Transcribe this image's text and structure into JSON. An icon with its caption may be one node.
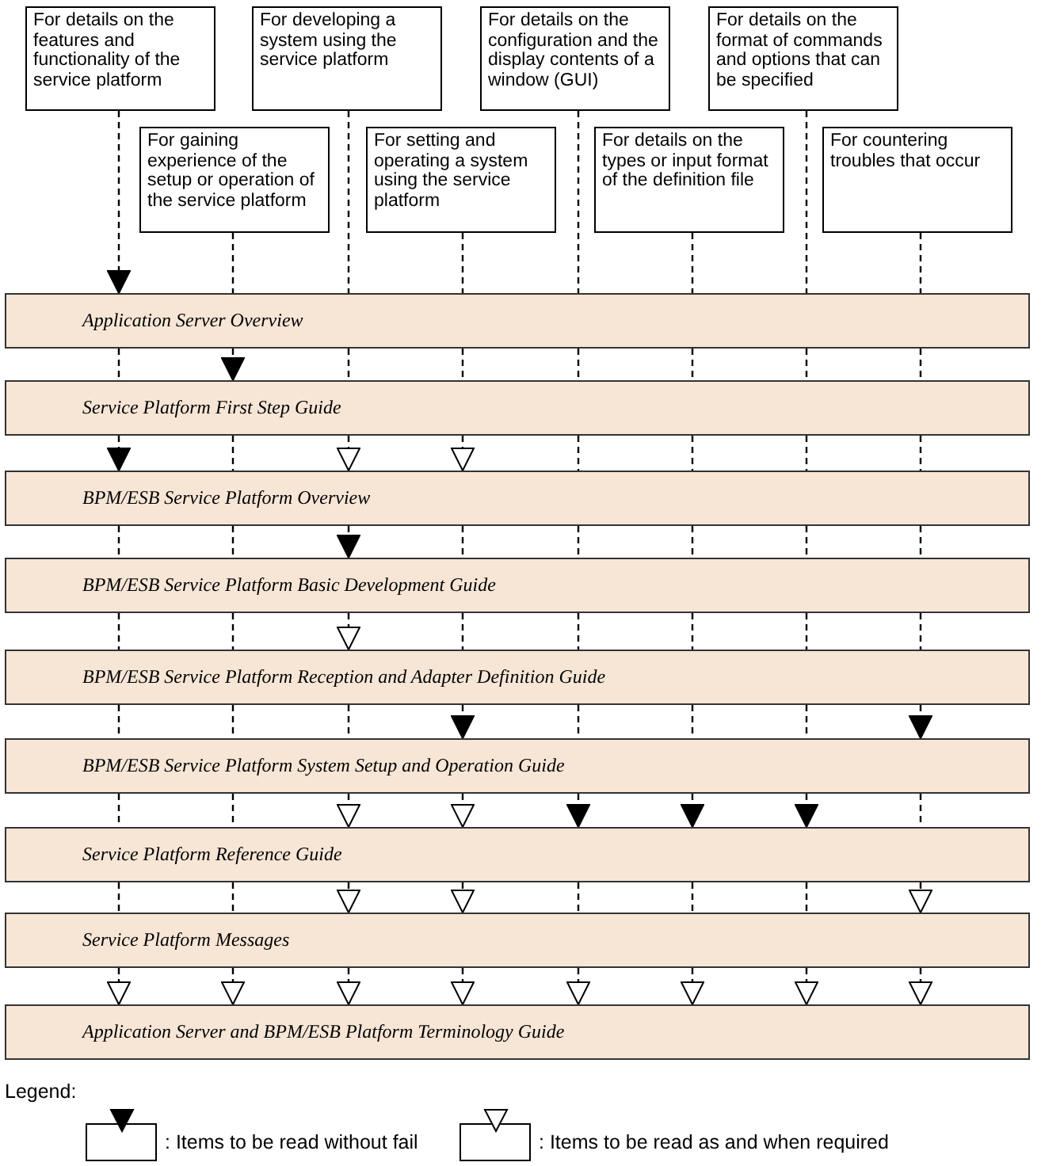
{
  "diagram": {
    "nodes": [
      {
        "text": [
          "For details on the features and functionality of the service platform"
        ]
      },
      {
        "text": [
          "For gaining experience of the setup or operation of the service platform"
        ]
      },
      {
        "text": [
          "For developing a system using the service platform"
        ]
      },
      {
        "text": [
          "For setting and operating a system using the service platform"
        ]
      },
      {
        "text": [
          "For details on the configuration and the  display contents of a window (GUI)"
        ]
      },
      {
        "text": [
          "For details on the types or input format of the definition file"
        ]
      },
      {
        "text": [
          "For details on the format of commands and options that can be specified"
        ]
      },
      {
        "text": [
          "For countering troubles that occur"
        ]
      },
      {
        "text": [
          "Application Server Overview"
        ]
      },
      {
        "text": [
          "Service Platform First Step Guide"
        ]
      },
      {
        "text": [
          "BPM/ESB Service Platform Overview"
        ]
      },
      {
        "text": [
          "BPM/ESB Service Platform Basic Development Guide"
        ]
      },
      {
        "text": [
          "BPM/ESB Service Platform  Reception and Adapter Definition Guide"
        ]
      },
      {
        "text": [
          "BPM/ESB Service Platform System Setup and Operation Guide"
        ]
      },
      {
        "text": [
          "Service Platform Reference Guide"
        ]
      },
      {
        "text": [
          "Service Platform Messages"
        ]
      },
      {
        "text": [
          "Application Server and BPM/ESB Platform Terminology Guide"
        ]
      }
    ],
    "edges": [
      {
        "from": 0,
        "to": 8,
        "arrow": "to",
        "style": "dashed"
      },
      {
        "from": 8,
        "to": 9,
        "arrow": "none",
        "style": "dashed"
      },
      {
        "from": 9,
        "to": 10,
        "arrow": "to",
        "style": "dashed"
      },
      {
        "from": 10,
        "to": 11,
        "arrow": "none",
        "style": "dashed"
      },
      {
        "from": 11,
        "to": 12,
        "arrow": "none",
        "style": "dashed"
      },
      {
        "from": 12,
        "to": 13,
        "arrow": "none",
        "style": "dashed"
      },
      {
        "from": 13,
        "to": 14,
        "arrow": "none",
        "style": "dashed"
      },
      {
        "from": 14,
        "to": 15,
        "arrow": "none",
        "style": "dashed"
      },
      {
        "from": 15,
        "to": 16,
        "arrow": "to",
        "style": "dashed"
      },
      {
        "from": 1,
        "to": 8,
        "arrow": "none",
        "style": "dashed"
      },
      {
        "from": 8,
        "to": 9,
        "arrow": "to",
        "style": "dashed"
      },
      {
        "from": 9,
        "to": 10,
        "arrow": "none",
        "style": "dashed"
      },
      {
        "from": 10,
        "to": 11,
        "arrow": "none",
        "style": "dashed"
      },
      {
        "from": 11,
        "to": 12,
        "arrow": "none",
        "style": "dashed"
      },
      {
        "from": 12,
        "to": 13,
        "arrow": "none",
        "style": "dashed"
      },
      {
        "from": 13,
        "to": 14,
        "arrow": "none",
        "style": "dashed"
      },
      {
        "from": 14,
        "to": 15,
        "arrow": "none",
        "style": "dashed"
      },
      {
        "from": 15,
        "to": 16,
        "arrow": "to",
        "style": "dashed"
      },
      {
        "from": 2,
        "to": 8,
        "arrow": "none",
        "style": "dashed"
      },
      {
        "from": 8,
        "to": 9,
        "arrow": "none",
        "style": "dashed"
      },
      {
        "from": 9,
        "to": 10,
        "arrow": "to",
        "style": "dashed"
      },
      {
        "from": 10,
        "to": 11,
        "arrow": "to",
        "style": "dashed"
      },
      {
        "from": 11,
        "to": 12,
        "arrow": "to",
        "style": "dashed"
      },
      {
        "from": 12,
        "to": 13,
        "arrow": "none",
        "style": "dashed"
      },
      {
        "from": 13,
        "to": 14,
        "arrow": "to",
        "style": "dashed"
      },
      {
        "from": 14,
        "to": 15,
        "arrow": "to",
        "style": "dashed"
      },
      {
        "from": 15,
        "to": 16,
        "arrow": "to",
        "style": "dashed"
      },
      {
        "from": 3,
        "to": 8,
        "arrow": "none",
        "style": "dashed"
      },
      {
        "from": 8,
        "to": 9,
        "arrow": "none",
        "style": "dashed"
      },
      {
        "from": 9,
        "to": 10,
        "arrow": "to",
        "style": "dashed"
      },
      {
        "from": 10,
        "to": 11,
        "arrow": "none",
        "style": "dashed"
      },
      {
        "from": 11,
        "to": 12,
        "arrow": "none",
        "style": "dashed"
      },
      {
        "from": 12,
        "to": 13,
        "arrow": "to",
        "style": "dashed"
      },
      {
        "from": 13,
        "to": 14,
        "arrow": "to",
        "style": "dashed"
      },
      {
        "from": 14,
        "to": 15,
        "arrow": "to",
        "style": "dashed"
      },
      {
        "from": 15,
        "to": 16,
        "arrow": "to",
        "style": "dashed"
      },
      {
        "from": 4,
        "to": 8,
        "arrow": "none",
        "style": "dashed"
      },
      {
        "from": 8,
        "to": 9,
        "arrow": "none",
        "style": "dashed"
      },
      {
        "from": 9,
        "to": 10,
        "arrow": "none",
        "style": "dashed"
      },
      {
        "from": 10,
        "to": 11,
        "arrow": "none",
        "style": "dashed"
      },
      {
        "from": 11,
        "to": 12,
        "arrow": "none",
        "style": "dashed"
      },
      {
        "from": 12,
        "to": 13,
        "arrow": "none",
        "style": "dashed"
      },
      {
        "from": 13,
        "to": 14,
        "arrow": "to",
        "style": "dashed"
      },
      {
        "from": 14,
        "to": 15,
        "arrow": "none",
        "style": "dashed"
      },
      {
        "from": 15,
        "to": 16,
        "arrow": "to",
        "style": "dashed"
      },
      {
        "from": 5,
        "to": 8,
        "arrow": "none",
        "style": "dashed"
      },
      {
        "from": 8,
        "to": 9,
        "arrow": "none",
        "style": "dashed"
      },
      {
        "from": 9,
        "to": 10,
        "arrow": "none",
        "style": "dashed"
      },
      {
        "from": 10,
        "to": 11,
        "arrow": "none",
        "style": "dashed"
      },
      {
        "from": 11,
        "to": 12,
        "arrow": "none",
        "style": "dashed"
      },
      {
        "from": 12,
        "to": 13,
        "arrow": "none",
        "style": "dashed"
      },
      {
        "from": 13,
        "to": 14,
        "arrow": "to",
        "style": "dashed"
      },
      {
        "from": 14,
        "to": 15,
        "arrow": "none",
        "style": "dashed"
      },
      {
        "from": 15,
        "to": 16,
        "arrow": "to",
        "style": "dashed"
      },
      {
        "from": 6,
        "to": 8,
        "arrow": "none",
        "style": "dashed"
      },
      {
        "from": 8,
        "to": 9,
        "arrow": "none",
        "style": "dashed"
      },
      {
        "from": 9,
        "to": 10,
        "arrow": "none",
        "style": "dashed"
      },
      {
        "from": 10,
        "to": 11,
        "arrow": "none",
        "style": "dashed"
      },
      {
        "from": 11,
        "to": 12,
        "arrow": "none",
        "style": "dashed"
      },
      {
        "from": 12,
        "to": 13,
        "arrow": "none",
        "style": "dashed"
      },
      {
        "from": 13,
        "to": 14,
        "arrow": "to",
        "style": "dashed"
      },
      {
        "from": 14,
        "to": 15,
        "arrow": "none",
        "style": "dashed"
      },
      {
        "from": 15,
        "to": 16,
        "arrow": "to",
        "style": "dashed"
      },
      {
        "from": 7,
        "to": 8,
        "arrow": "none",
        "style": "dashed"
      },
      {
        "from": 8,
        "to": 9,
        "arrow": "none",
        "style": "dashed"
      },
      {
        "from": 9,
        "to": 10,
        "arrow": "none",
        "style": "dashed"
      },
      {
        "from": 10,
        "to": 11,
        "arrow": "none",
        "style": "dashed"
      },
      {
        "from": 11,
        "to": 12,
        "arrow": "none",
        "style": "dashed"
      },
      {
        "from": 12,
        "to": 13,
        "arrow": "to",
        "style": "dashed"
      },
      {
        "from": 13,
        "to": 14,
        "arrow": "none",
        "style": "dashed"
      },
      {
        "from": 14,
        "to": 15,
        "arrow": "to",
        "style": "dashed"
      },
      {
        "from": 15,
        "to": 16,
        "arrow": "to",
        "style": "dashed"
      }
    ],
    "labels": [
      "Legend:"
    ],
    "legend": [
      {
        "text": ": Items to be read without fail"
      },
      {
        "text": ": Items to be read as and when required"
      }
    ]
  }
}
